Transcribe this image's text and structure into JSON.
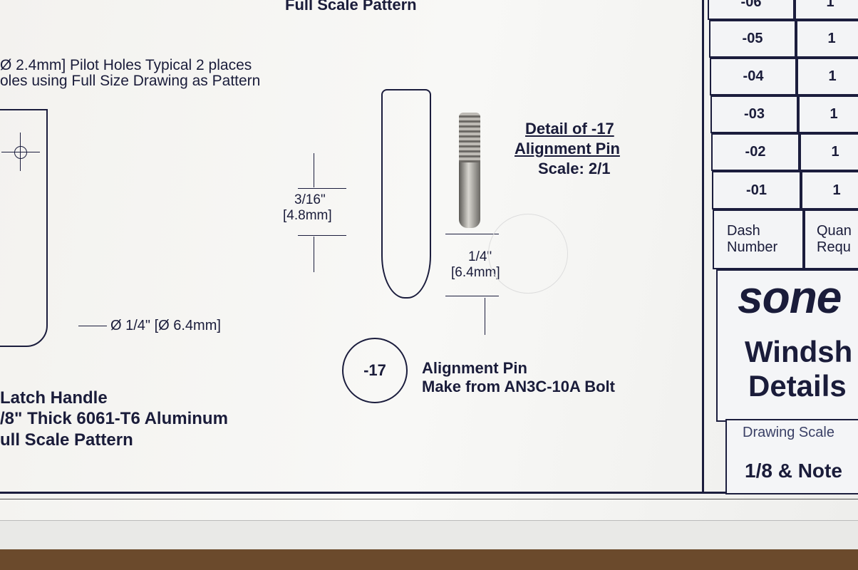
{
  "header": {
    "title": "Full Scale Pattern"
  },
  "notes": {
    "line1": "Ø 2.4mm]  Pilot Holes Typical 2 places",
    "line2": "oles using Full Size Drawing as Pattern"
  },
  "latch": {
    "hole_dim": "Ø 1/4\"  [Ø 6.4mm]",
    "label1": "Latch Handle",
    "label2": "/8\" Thick 6061-T6 Aluminum",
    "label3": "ull Scale Pattern"
  },
  "pin_drawing": {
    "dim1_in": "3/16\"",
    "dim1_mm": "[4.8mm]",
    "dim2_in": "1/4\"",
    "dim2_mm": "[6.4mm]",
    "callout": "-17",
    "callout_label1": "Alignment Pin",
    "callout_label2": "Make from AN3C-10A Bolt"
  },
  "detail": {
    "line1": "Detail of -17",
    "line2": "Alignment Pin",
    "line3": "Scale: 2/1"
  },
  "table": {
    "rows": [
      {
        "dash": "-06",
        "qty": "1"
      },
      {
        "dash": "-05",
        "qty": "1"
      },
      {
        "dash": "-04",
        "qty": "1"
      },
      {
        "dash": "-03",
        "qty": "1"
      },
      {
        "dash": "-02",
        "qty": "1"
      },
      {
        "dash": "-01",
        "qty": "1"
      }
    ],
    "header_dash": "Dash Number",
    "header_qty": "Quan Requ"
  },
  "title_block": {
    "brand": "sone",
    "title1": "Windsh",
    "title2": "Details",
    "scale_label": "Drawing Scale",
    "scale_value": "1/8 & Note"
  }
}
